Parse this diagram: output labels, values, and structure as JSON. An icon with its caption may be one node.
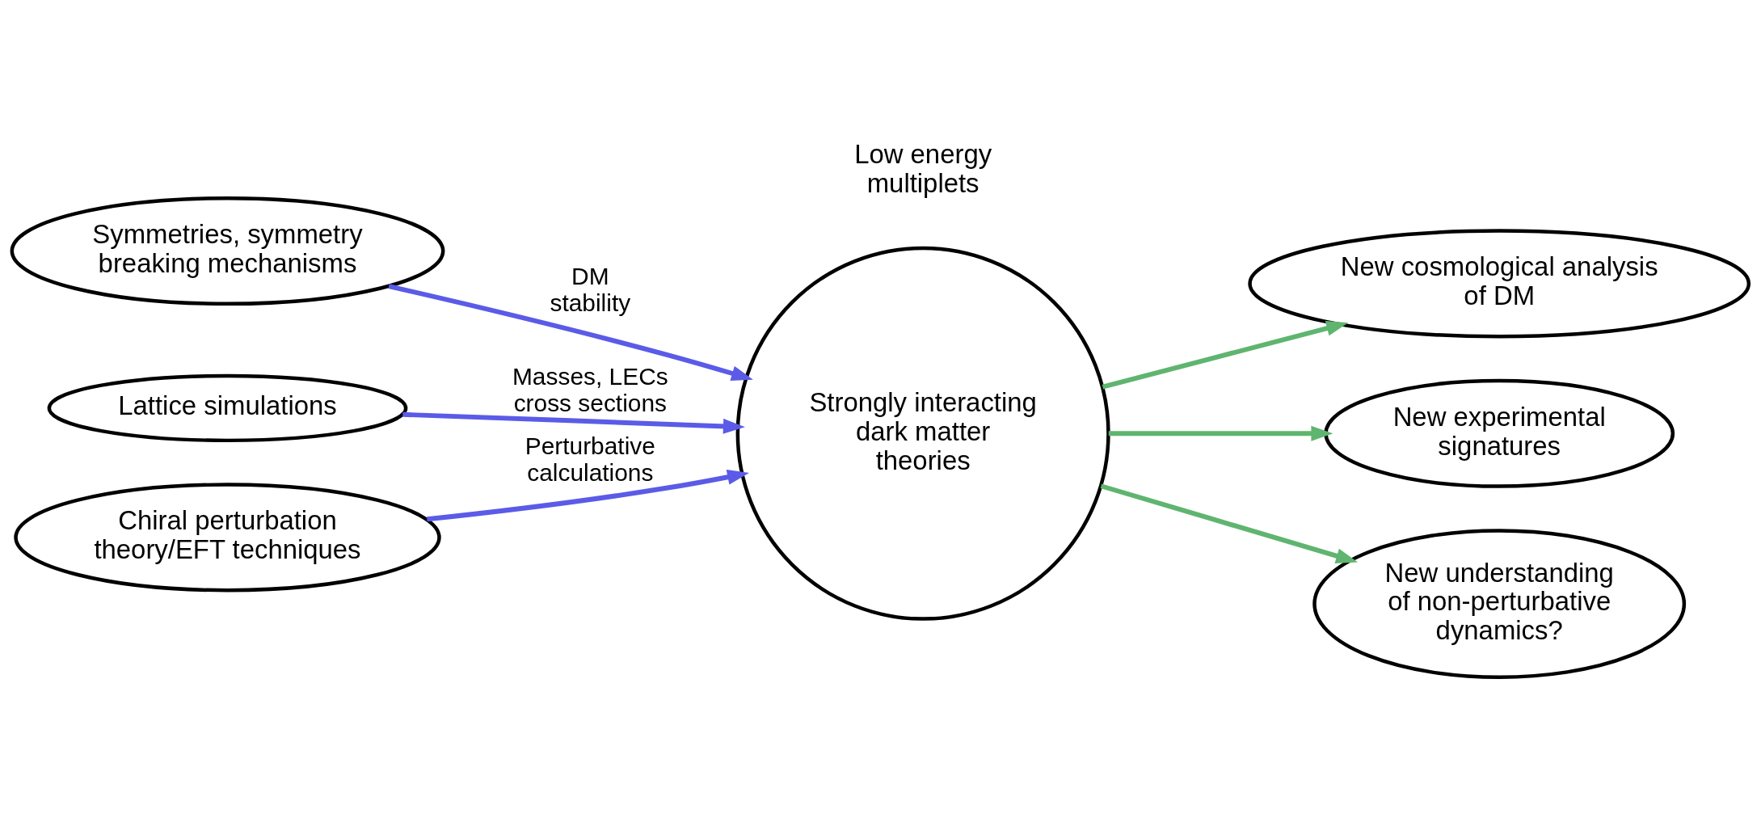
{
  "diagram": {
    "nodes": [
      {
        "text": [
          "Symmetries, symmetry breaking mechanisms"
        ]
      },
      {
        "text": [
          "Lattice simulations"
        ]
      },
      {
        "text": [
          "Chiral perturbation theory/EFT techniques"
        ]
      },
      {
        "text": [
          "Strongly interacting dark matter theories"
        ]
      },
      {
        "text": [
          "New cosmological analysis of DM"
        ]
      },
      {
        "text": [
          "New experimental signatures"
        ]
      },
      {
        "text": [
          "New understanding of non-perturbative dynamics?"
        ]
      }
    ],
    "edges": [
      {
        "from": 0,
        "to": 3,
        "arrow": "to",
        "label": "DM stability",
        "color": "#5b5be8"
      },
      {
        "from": 1,
        "to": 3,
        "arrow": "to",
        "label": "Masses, LECs cross sections",
        "color": "#5b5be8"
      },
      {
        "from": 2,
        "to": 3,
        "arrow": "to",
        "label": "Perturbative calculations",
        "color": "#5b5be8"
      },
      {
        "from": 3,
        "to": 4,
        "arrow": "to",
        "color": "#5fb56f"
      },
      {
        "from": 3,
        "to": 5,
        "arrow": "to",
        "color": "#5fb56f"
      },
      {
        "from": 3,
        "to": 6,
        "arrow": "to",
        "color": "#5fb56f"
      }
    ],
    "labels": [
      "Low energy multiplets"
    ]
  }
}
